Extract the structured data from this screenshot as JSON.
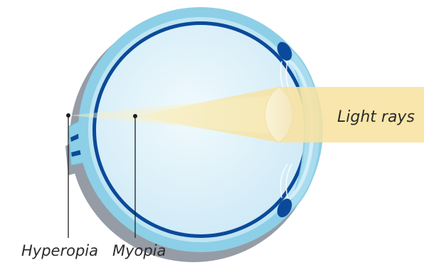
{
  "labels": {
    "light_rays": "Light rays",
    "hyperopia": "Hyperopia",
    "myopia": "Myopia"
  },
  "colors": {
    "sclera": "#8dcfe6",
    "vitreous": "#dcf0f9",
    "retina": "#0b4a9a",
    "light_beam": "#f8e6a8",
    "shadow": "#8f96a0",
    "leader_line": "#1f1f1f"
  }
}
